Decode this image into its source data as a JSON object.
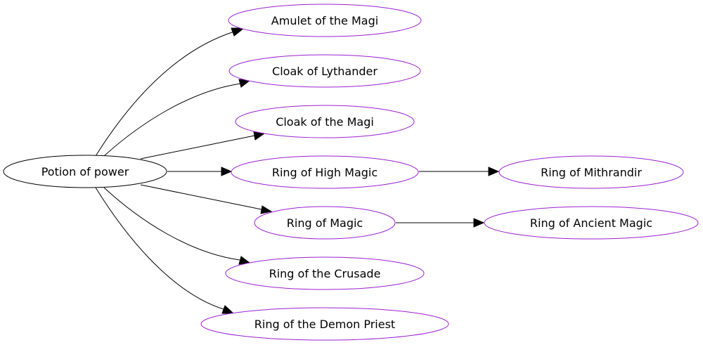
{
  "diagram": {
    "root": {
      "label": "Potion of power",
      "stroke": "#000000"
    },
    "node_stroke": "#9a1fd1",
    "nodes": [
      {
        "id": "amulet-of-the-magi",
        "label": "Amulet of the Magi"
      },
      {
        "id": "cloak-of-lythander",
        "label": "Cloak of Lythander"
      },
      {
        "id": "cloak-of-the-magi",
        "label": "Cloak of the Magi"
      },
      {
        "id": "ring-of-high-magic",
        "label": "Ring of High Magic"
      },
      {
        "id": "ring-of-magic",
        "label": "Ring of Magic"
      },
      {
        "id": "ring-of-the-crusade",
        "label": "Ring of the Crusade"
      },
      {
        "id": "ring-of-the-demon-priest",
        "label": "Ring of the Demon Priest"
      },
      {
        "id": "ring-of-mithrandir",
        "label": "Ring of Mithrandir"
      },
      {
        "id": "ring-of-ancient-magic",
        "label": "Ring of Ancient Magic"
      }
    ],
    "edges": [
      {
        "from": "potion-of-power",
        "to": "amulet-of-the-magi"
      },
      {
        "from": "potion-of-power",
        "to": "cloak-of-lythander"
      },
      {
        "from": "potion-of-power",
        "to": "cloak-of-the-magi"
      },
      {
        "from": "potion-of-power",
        "to": "ring-of-high-magic"
      },
      {
        "from": "potion-of-power",
        "to": "ring-of-magic"
      },
      {
        "from": "potion-of-power",
        "to": "ring-of-the-crusade"
      },
      {
        "from": "potion-of-power",
        "to": "ring-of-the-demon-priest"
      },
      {
        "from": "ring-of-high-magic",
        "to": "ring-of-mithrandir"
      },
      {
        "from": "ring-of-magic",
        "to": "ring-of-ancient-magic"
      }
    ]
  }
}
